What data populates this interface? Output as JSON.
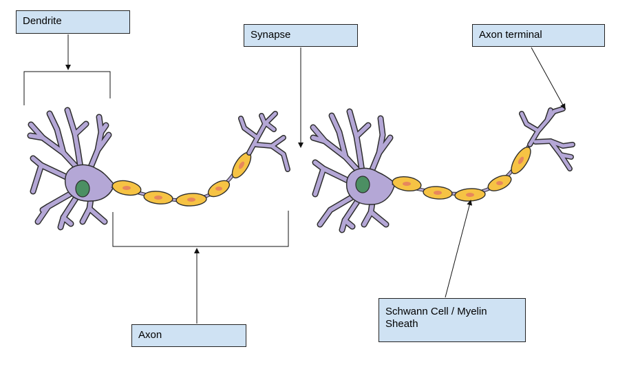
{
  "labels": {
    "dendrite": "Dendrite",
    "synapse": "Synapse",
    "axon_terminal": "Axon terminal",
    "axon": "Axon",
    "schwann_line1": "Schwann Cell / Myelin",
    "schwann_line2": "Sheath"
  },
  "colors": {
    "cell_body": "#b4a7d6",
    "myelin": "#f6c344",
    "myelin_nucleus": "#e7875c",
    "nucleus": "#4c8f63",
    "label_fill": "#cfe2f3"
  }
}
